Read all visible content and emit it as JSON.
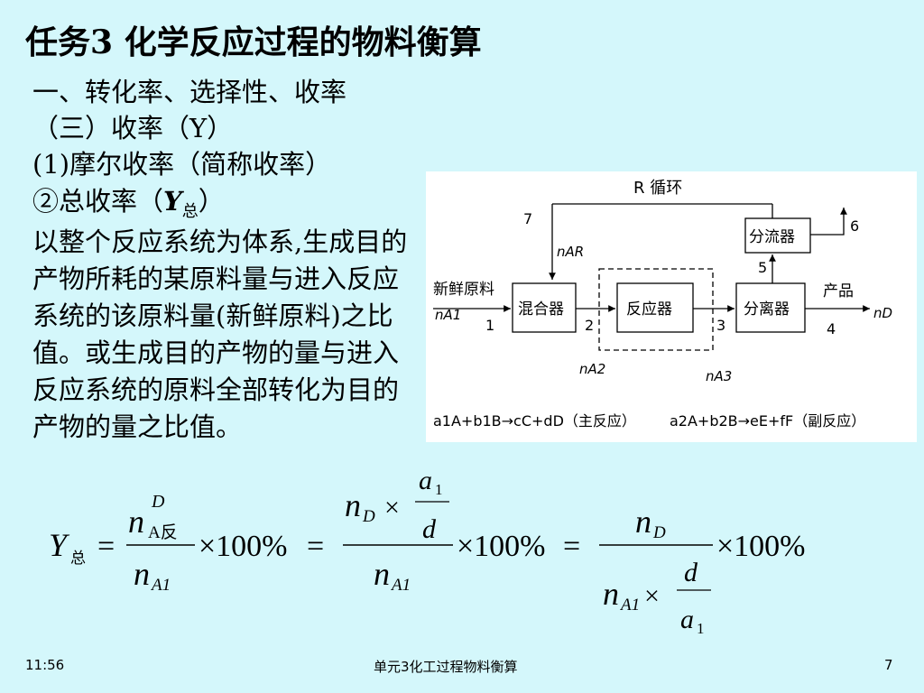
{
  "slide": {
    "title": "任务3  化学反应过程的物料衡算",
    "heading": "一、转化率、选择性、收率",
    "subheading": "（三）收率（Y）",
    "item1": "(1)摩尔收率（简称收率）",
    "item2_prefix": "②总收率（",
    "item2_symbol": "Y",
    "item2_sub": "总",
    "item2_suffix": "）",
    "paragraph": "以整个反应系统为体系,生成目的产物所耗的某原料量与进入反应系统的该原料量(新鲜原料)之比值。或生成目的产物的量与进入反应系统的原料全部转化为目的产物的量之比值。"
  },
  "diagram": {
    "recycle_label": "R 循环",
    "splitter_label": "分流器",
    "mixer_label": "混合器",
    "reactor_label": "反应器",
    "separator_label": "分离器",
    "fresh_feed_label": "新鲜原料",
    "product_label": "产品",
    "stream_7": "7",
    "stream_6": "6",
    "stream_5": "5",
    "stream_1": "1",
    "stream_2": "2",
    "stream_3": "3",
    "stream_4": "4",
    "n_AR": "nAR",
    "n_A1": "nA1",
    "n_A2": "nA2",
    "n_A3": "nA3",
    "n_D": "nD",
    "reaction_main": "a1A+b1B→cC+dD（主反应）",
    "reaction_side": "a2A+b2B→eE+fF（副反应）"
  },
  "formula": {
    "Y": "Y",
    "Y_sub": "总",
    "equals": "=",
    "times100": "×100%",
    "n": "n",
    "A_react": "A反",
    "D": "D",
    "A1": "A1",
    "a": "a",
    "one": "1",
    "d": "d",
    "times": "×"
  },
  "footer": {
    "time": "11:56",
    "center": "单元3化工过程物料衡算",
    "page": "7"
  }
}
